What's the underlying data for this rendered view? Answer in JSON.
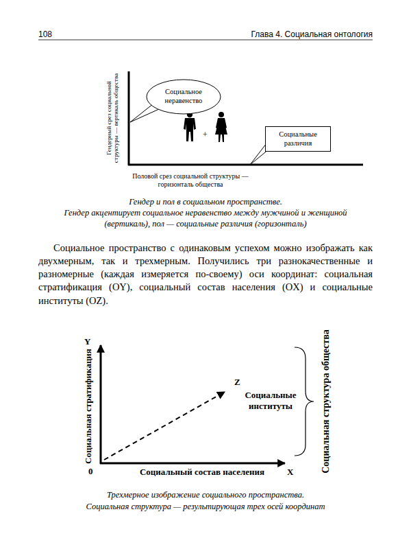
{
  "diagram": {
    "nodes": [
      {
        "text": [
          "Социальное неравенство"
        ]
      },
      {
        "text": [
          "Социальные различия"
        ]
      }
    ],
    "labels": [
      "108",
      "Глава 4. Социальная онтология",
      "Гендерный срез социальной структуры — вертикаль общества",
      "+",
      "Половой срез социальной структуры — горизонталь общества",
      "Гендер и пол в социальном пространстве.",
      "Гендер акцентирует социальное неравенство между мужчиной и женщиной (вертикаль), пол — социальные различия (горизонталь)",
      "Социальное пространство с одинаковым успехом можно изображать как двухмерным, так и трехмерным. Получились три разнокачественные и разномерные (каждая измеряется по-своему) оси координат: социальная стратификация (OY), социальный состав населения (OX) и социальные институты (OZ).",
      "Y",
      "Социальная стратификация",
      "Z",
      "Социальные институты",
      "Социальная структура общества",
      "0",
      "Социальный состав населения",
      "X",
      "Трехмерное изображение социального пространства.",
      "Социальная структура — результирующая трех осей координат"
    ]
  }
}
